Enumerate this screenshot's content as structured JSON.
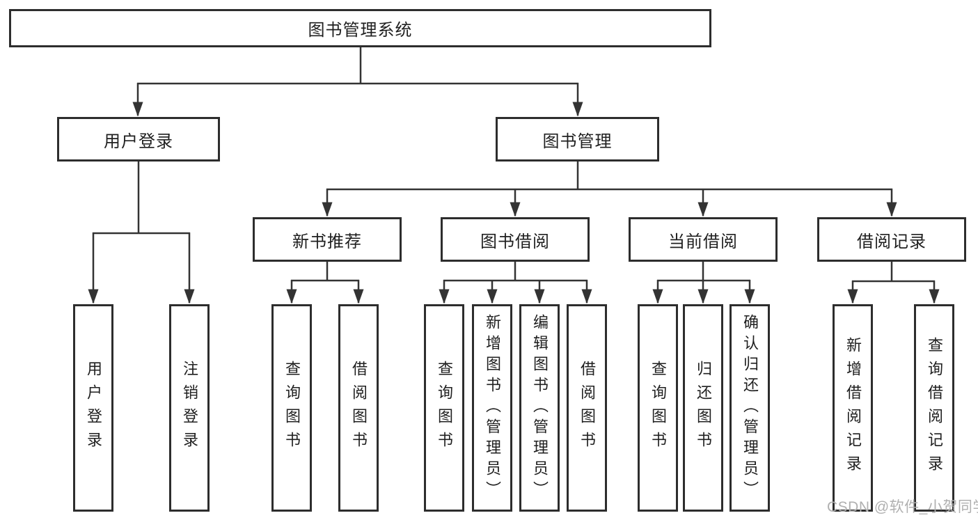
{
  "tree": {
    "root": {
      "label": "图书管理系统"
    },
    "children": [
      {
        "label": "用户登录",
        "children": [
          {
            "label": "用户登录"
          },
          {
            "label": "注销登录"
          }
        ]
      },
      {
        "label": "图书管理",
        "children": [
          {
            "label": "新书推荐",
            "children": [
              {
                "label": "查询图书"
              },
              {
                "label": "借阅图书"
              }
            ]
          },
          {
            "label": "图书借阅",
            "children": [
              {
                "label": "查询图书"
              },
              {
                "label": "新增图书（管理员）"
              },
              {
                "label": "编辑图书（管理员）"
              },
              {
                "label": "借阅图书"
              }
            ]
          },
          {
            "label": "当前借阅",
            "children": [
              {
                "label": "查询图书"
              },
              {
                "label": "归还图书"
              },
              {
                "label": "确认归还（管理员）"
              }
            ]
          },
          {
            "label": "借阅记录",
            "children": [
              {
                "label": "新增借阅记录"
              },
              {
                "label": "查询借阅记录"
              }
            ]
          }
        ]
      }
    ]
  },
  "watermark": {
    "text": "CSDN @软件_小贺同学"
  },
  "colors": {
    "box_border": "#2d2d2d",
    "connector_line": "#333333",
    "text": "#1f1f1f",
    "watermark": "#b0b0b0",
    "background": "#ffffff"
  }
}
